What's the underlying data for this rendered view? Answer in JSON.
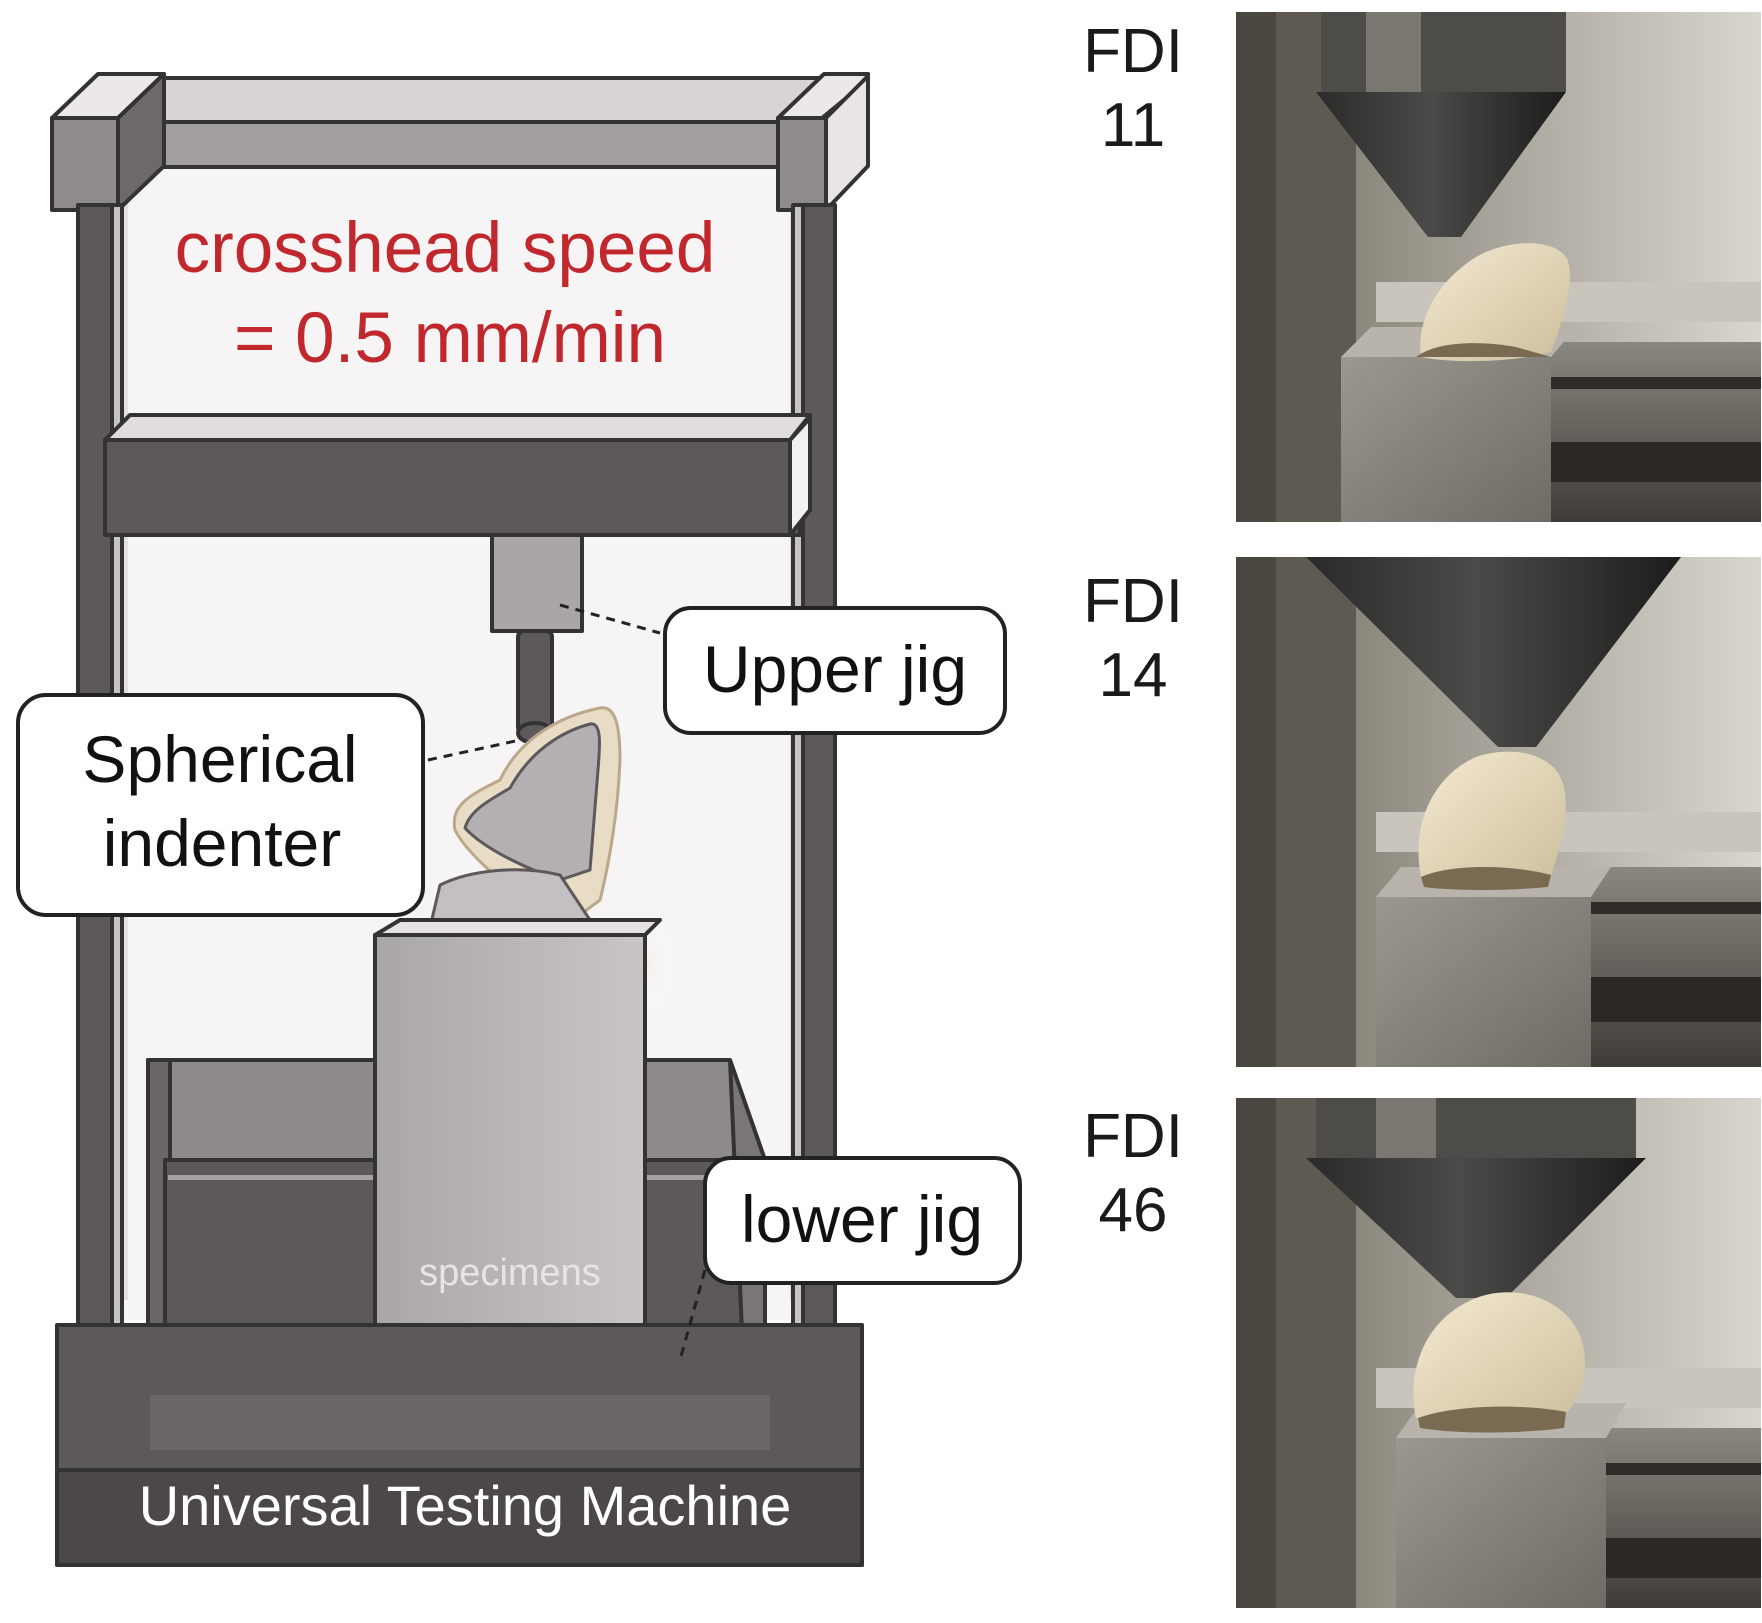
{
  "machine": {
    "speed_line1": "crosshead speed",
    "speed_line2": "= 0.5 mm/min",
    "base_label": "Universal Testing Machine",
    "specimen_label": "specimens"
  },
  "callouts": {
    "upper_jig": "Upper jig",
    "indenter_line1": "Spherical",
    "indenter_line2": "indenter",
    "lower_jig": "lower jig"
  },
  "photos": [
    {
      "prefix": "FDI",
      "number": "11"
    },
    {
      "prefix": "FDI",
      "number": "14"
    },
    {
      "prefix": "FDI",
      "number": "46"
    }
  ],
  "colors": {
    "speed_text": "#c0282d",
    "frame_dark": "#5d585a",
    "frame_light": "#d9d4d6"
  }
}
